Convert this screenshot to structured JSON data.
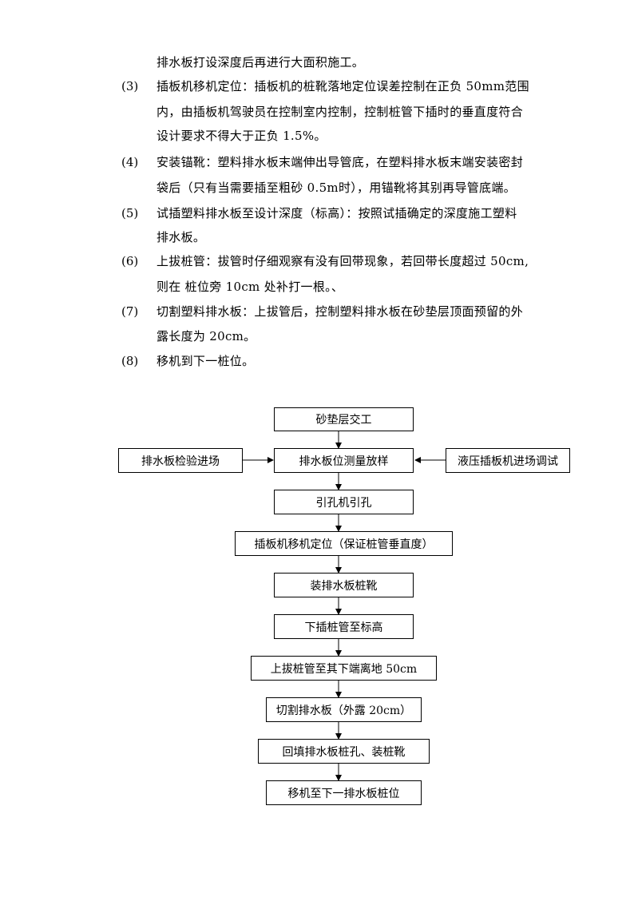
{
  "text": {
    "l0": "排水板打设深度后再进行大面积施工。",
    "items": [
      {
        "num": "(3)",
        "lines": [
          "插板机移机定位：插板机的桩靴落地定位误差控制在正负 50mm范围",
          "内，由插板机驾驶员在控制室内控制，控制桩管下插时的垂直度符合",
          "设计要求不得大于正负 1.5%。"
        ]
      },
      {
        "num": "(4)",
        "lines": [
          "安装锚靴：塑料排水板末端伸出导管底，在塑料排水板末端安装密封",
          "袋后（只有当需要插至粗砂 0.5m时），用锚靴将其别再导管底端。"
        ]
      },
      {
        "num": "(5)",
        "lines": [
          "试插塑料排水板至设计深度（标高）：按照试插确定的深度施工塑料",
          "排水板。"
        ]
      },
      {
        "num": "(6)",
        "lines": [
          "上拔桩管：拔管时仔细观察有没有回带现象，若回带长度超过 50cm,",
          "则在 桩位旁 10cm 处补打一根。、"
        ]
      },
      {
        "num": "(7)",
        "lines": [
          "切割塑料排水板：上拔管后，控制塑料排水板在砂垫层顶面预留的外",
          "露长度为 20cm。"
        ]
      },
      {
        "num": "(8)",
        "lines": [
          "移机到下一桩位。"
        ]
      }
    ]
  },
  "flow": {
    "b1": "砂垫层交工",
    "b2": "排水板位测量放样",
    "left": "排水板检验进场",
    "right": "液压插板机进场调试",
    "b3": "引孔机引孔",
    "b4": "插板机移机定位（保证桩管垂直度）",
    "b5": "装排水板桩靴",
    "b6": "下插桩管至标高",
    "b7": "上拔桩管至其下端离地 50cm",
    "b8": "切割排水板（外露 20cm）",
    "b9": "回填排水板桩孔、装桩靴",
    "b10": "移机至下一排水板桩位"
  }
}
